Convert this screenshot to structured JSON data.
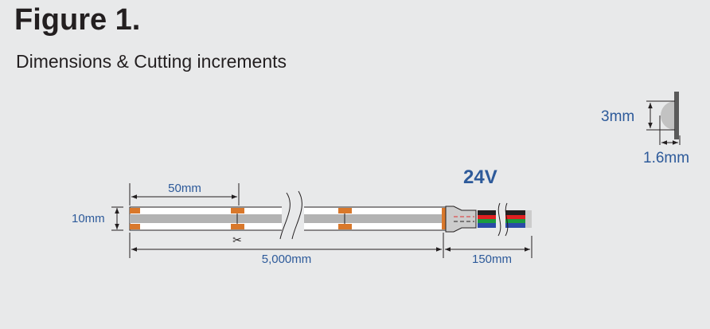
{
  "title": "Figure 1.",
  "subtitle": "Dimensions & Cutting increments",
  "voltage": "24V",
  "dimensions": {
    "cut_increment": "50mm",
    "width": "10mm",
    "length": "5,000mm",
    "lead": "150mm",
    "profile_height": "3mm",
    "profile_depth": "1.6mm"
  },
  "colors": {
    "accent": "#2d5a9a",
    "pad": "#d9782b",
    "strip": "#b3b3b3"
  }
}
